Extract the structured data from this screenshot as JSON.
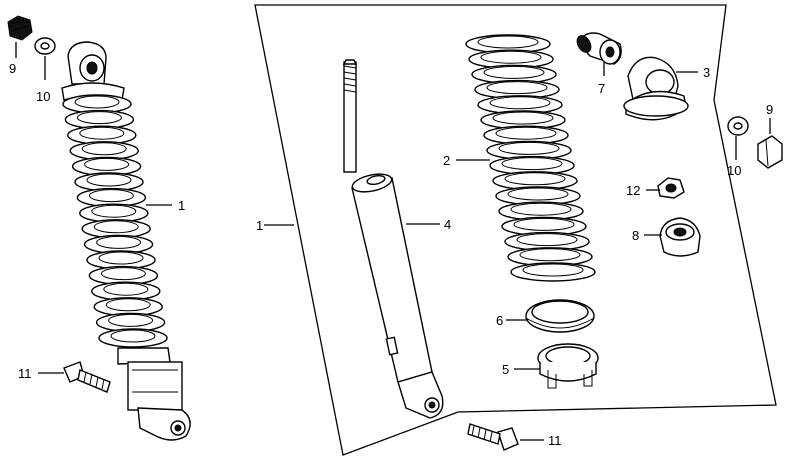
{
  "callouts": {
    "assembly_left_nut": "9",
    "assembly_left_washer": "10",
    "assembly_spring": "1",
    "assembly_bolt": "11",
    "exploded_assembly": "1",
    "damper": "4",
    "spring": "2",
    "spring_seat": "6",
    "spring_adjuster": "5",
    "bushing": "7",
    "upper_mount": "3",
    "right_washer": "10",
    "right_nut": "9",
    "lock_nut": "12",
    "joint_cap": "8",
    "bottom_bolt": "11"
  }
}
